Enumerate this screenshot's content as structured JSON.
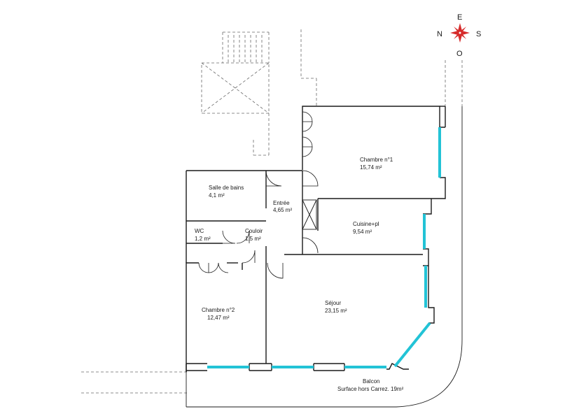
{
  "compass": {
    "north": "N",
    "east": "E",
    "south": "S",
    "west": "O",
    "color": "#d62a2a"
  },
  "rooms": {
    "chambre1": {
      "name": "Chambre n°1",
      "area": "15,74  m²"
    },
    "salle_de_bains": {
      "name": "Salle de bains",
      "area": "4,1  m²"
    },
    "entree": {
      "name": "Entrée",
      "area": "4,65  m²"
    },
    "cuisine": {
      "name": "Cuisine+pl",
      "area": "9,54  m²"
    },
    "wc": {
      "name": "WC",
      "area": "1,2  m²"
    },
    "couloir": {
      "name": "Couloir",
      "area": "1,5  m²"
    },
    "sejour": {
      "name": "Séjour",
      "area": "23,15  m²"
    },
    "chambre2": {
      "name": "Chambre n°2",
      "area": "12,47  m²"
    }
  },
  "balcon": {
    "name": "Balcon",
    "note": "Surface hors Carrez. 19m²"
  },
  "colors": {
    "wall": "#1a1a1a",
    "window": "#22c3d6",
    "dashed": "#6a6a6a"
  }
}
